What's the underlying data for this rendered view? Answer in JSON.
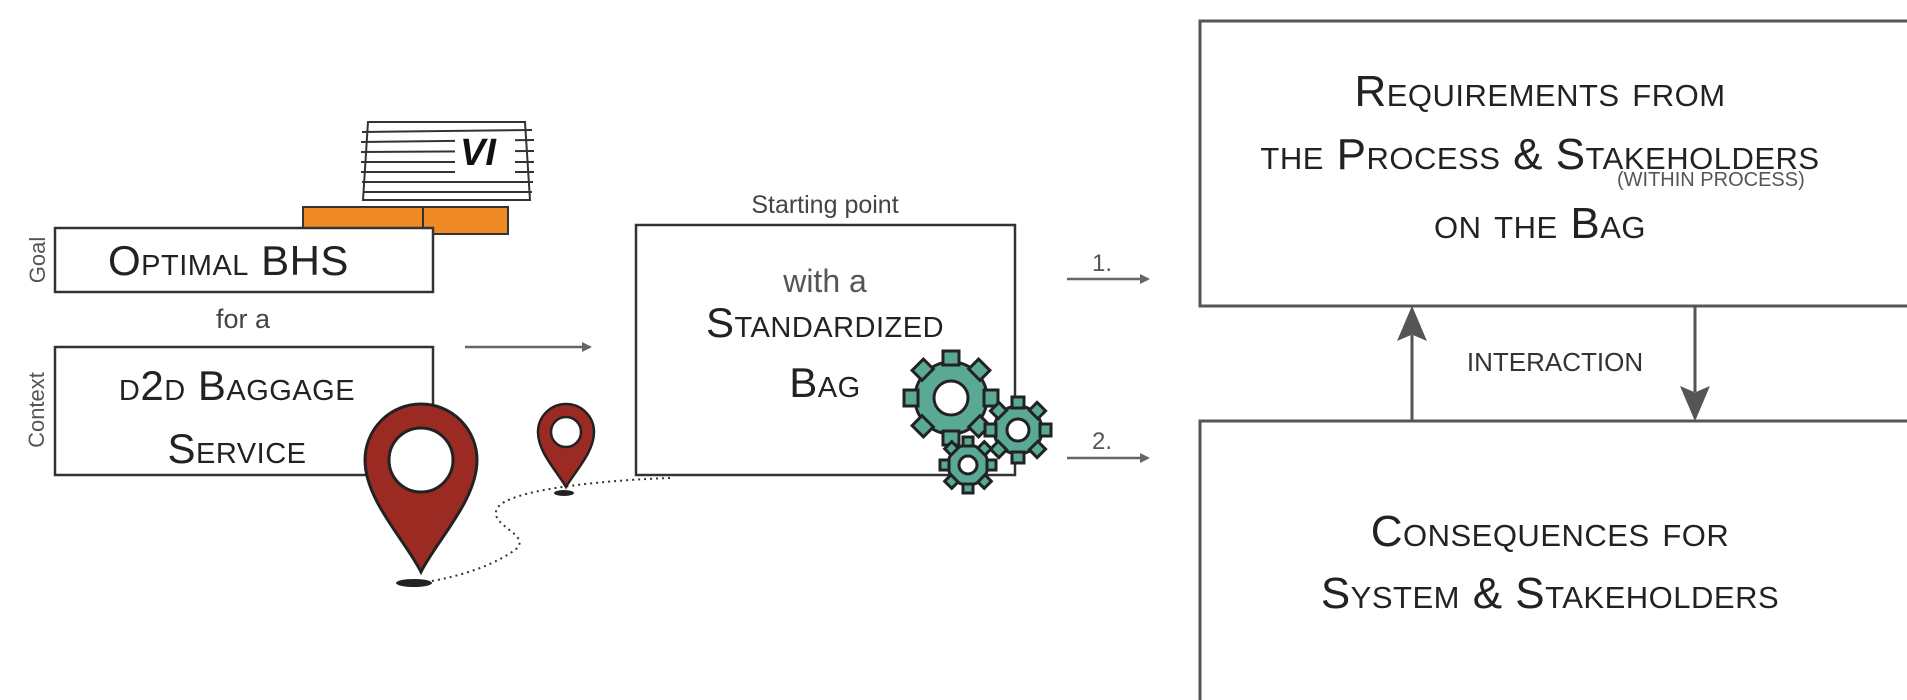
{
  "left": {
    "goal_label": "Goal",
    "goal_text": "Optimal BHS",
    "connector": "for a",
    "context_label": "Context",
    "context_line1": "d2d Baggage",
    "context_line2": "Service",
    "logo_text": "VI"
  },
  "middle": {
    "caption": "Starting point",
    "line1": "with a",
    "line2": "Standardized",
    "line3": "Bag"
  },
  "arrows": {
    "step1": "1.",
    "step2": "2.",
    "interaction": "INTERACTION"
  },
  "right": {
    "req_line1": "Requirements from",
    "req_line2": "the Process & Stakeholders",
    "req_note": "(WITHIN PROCESS)",
    "req_line3": "on the Bag",
    "cons_line1": "Consequences for",
    "cons_line2": "System & Stakeholders"
  },
  "colors": {
    "stroke": "#555555",
    "orange": "#f08a24",
    "pin_red": "#9b2a22",
    "gear_teal": "#5aa995"
  }
}
